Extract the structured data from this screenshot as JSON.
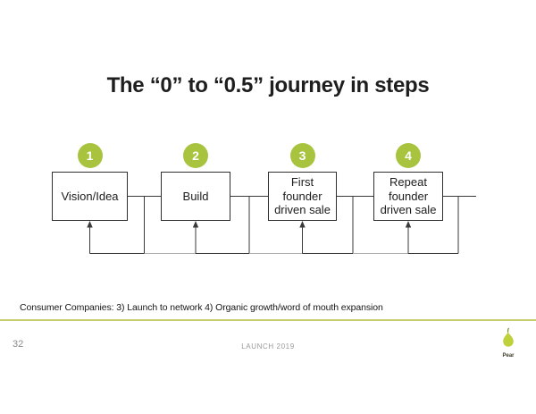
{
  "title": "The “0” to “0.5” journey in steps",
  "diagram": {
    "steps": [
      {
        "number": "1",
        "lines": [
          "Vision/Idea"
        ]
      },
      {
        "number": "2",
        "lines": [
          "Build"
        ]
      },
      {
        "number": "3",
        "lines": [
          "First",
          "founder",
          "driven sale"
        ]
      },
      {
        "number": "4",
        "lines": [
          "Repeat",
          "founder",
          "driven sale"
        ]
      }
    ]
  },
  "note": "Consumer Companies: 3) Launch to network 4) Organic growth/word of mouth expansion",
  "footer": {
    "page_number": "32",
    "event": "LAUNCH 2019",
    "logo_label": "Pear"
  },
  "colors": {
    "step_badge_green": "#a8c43e",
    "divider_olive": "#c8cc6e",
    "pear_logo_green": "#bfd13a",
    "connector_dark": "#3a3a3a",
    "connector_faint": "#b0b0b0"
  }
}
